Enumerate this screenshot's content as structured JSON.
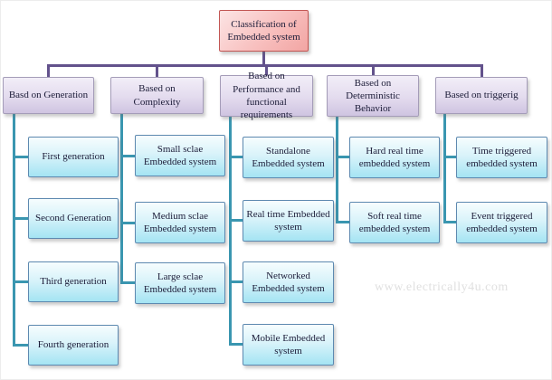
{
  "page": {
    "watermark": "www.electrically4u.com"
  },
  "diagram": {
    "root": {
      "label": "Classification of Embedded system"
    },
    "categories": [
      {
        "label": "Basd on Generation",
        "children": [
          "First generation",
          "Second  Generation",
          "Third generation",
          "Fourth generation"
        ]
      },
      {
        "label": "Based on Complexity",
        "children": [
          "Small  sclae Embedded  system",
          "Medium  sclae Embedded  system",
          "Large  sclae Embedded  system"
        ]
      },
      {
        "label": "Based on Performance and functional requirements",
        "children": [
          "Standalone  Embedded system",
          "Real time Embedded system",
          "Networked Embedded system",
          "Mobile Embedded system"
        ]
      },
      {
        "label": "Based on Deterministic Behavior",
        "children": [
          "Hard real  time embedded  system",
          "Soft real  time embedded  system"
        ]
      },
      {
        "label": "Based on triggerig",
        "children": [
          "Time triggered embedded  system",
          "Event triggered embedded  system"
        ]
      }
    ],
    "colors": {
      "root_fill": "#f2a5a3",
      "root_border": "#c25653",
      "category_fill": "#cfc4e1",
      "category_border": "#a49cb8",
      "child_fill": "#a4e4f3",
      "child_border": "#5d89b0",
      "connector_purple": "#63528c",
      "connector_teal": "#3a96b0",
      "text": "#1c1c38",
      "watermark_gray": "#e0e0e0"
    }
  }
}
